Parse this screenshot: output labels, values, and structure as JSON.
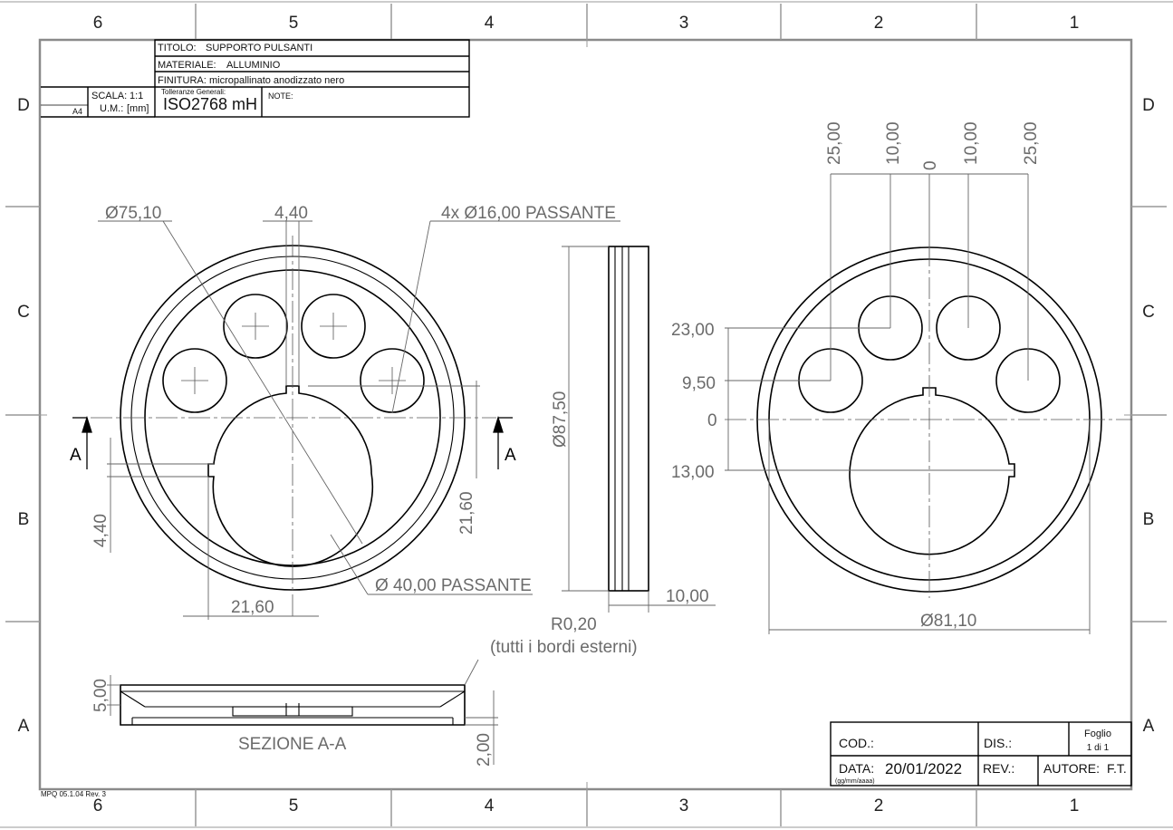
{
  "zones": {
    "columns": [
      "6",
      "5",
      "4",
      "3",
      "2",
      "1"
    ],
    "rows": [
      "D",
      "C",
      "B",
      "A"
    ]
  },
  "title_block": {
    "titolo_label": "TITOLO:",
    "titolo": "SUPPORTO PULSANTI",
    "materiale_label": "MATERIALE:",
    "materiale": "ALLUMINIO",
    "finitura_label": "FINITURA:",
    "finitura": "micropallinato anodizzato nero",
    "scala_label": "SCALA:",
    "scala": "1:1",
    "um_label": "U.M.:",
    "um": "[mm]",
    "formato": "A4",
    "tolleranze_label": "Tolleranze Generali:",
    "tolleranze": "ISO2768 mH",
    "note_label": "NOTE:"
  },
  "bottom_block": {
    "cod_label": "COD.:",
    "dis_label": "DIS.:",
    "foglio_label": "Foglio",
    "foglio": "1 di 1",
    "data_label": "DATA:",
    "data": "20/01/2022",
    "data_format": "(gg/mm/aaaa)",
    "rev_label": "REV.:",
    "autore_label": "AUTORE:",
    "autore": "F.T."
  },
  "footer": {
    "form_code": "MPQ 05.1.04 Rev. 3"
  },
  "front_view_dims": {
    "outer_diameter": "Ø75,10",
    "key_width": "4,40",
    "holes": "4x Ø16,00 PASSANTE",
    "center_hole": "Ø 40,00 PASSANTE",
    "section_mark": "A",
    "vertical_offset": "4,40",
    "key_height": "21,60",
    "horizontal_offset": "21,60"
  },
  "side_view_dims": {
    "diameter": "Ø87,50",
    "thickness": "10,00",
    "radius_note": "R0,20",
    "radius_note_2": "(tutti i bordi esterni)"
  },
  "right_view_dims": {
    "top": [
      "25,00",
      "10,00",
      "0",
      "10,00",
      "25,00"
    ],
    "left": [
      "23,00",
      "9,50",
      "0",
      "13,00"
    ],
    "diameter": "Ø81,10"
  },
  "section_view": {
    "title": "SEZIONE A-A",
    "height": "5,00",
    "depth": "2,00"
  }
}
